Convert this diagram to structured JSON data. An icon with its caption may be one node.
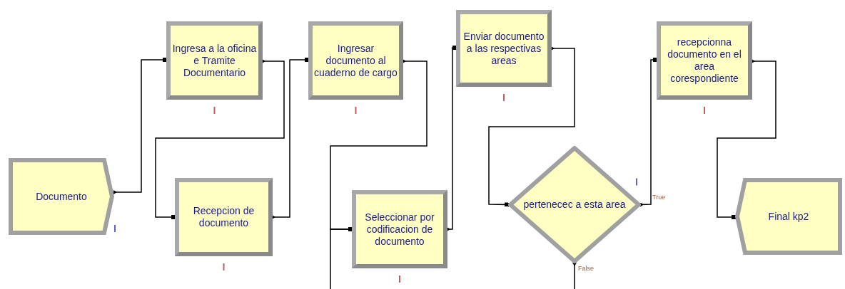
{
  "diagram": {
    "nodes": [
      {
        "text": [
          "Documento"
        ]
      },
      {
        "text": [
          "Ingresa a la oficina e Tramite Documentario"
        ]
      },
      {
        "text": [
          "Recepcion de documento"
        ]
      },
      {
        "text": [
          "Ingresar documento al cuaderno de cargo"
        ]
      },
      {
        "text": [
          "Enviar documento a las respectivas areas"
        ]
      },
      {
        "text": [
          "Seleccionar por codificacion de documento"
        ]
      },
      {
        "text": [
          "pertenecec a esta area"
        ]
      },
      {
        "text": [
          "recepcionna documento en el area corespondiente"
        ]
      },
      {
        "text": [
          "Final kp2"
        ]
      }
    ],
    "edges": [
      {
        "from": 0,
        "to": 1,
        "arrow": "other"
      },
      {
        "from": 1,
        "to": 2,
        "arrow": "other"
      },
      {
        "from": 2,
        "to": 3,
        "arrow": "other"
      },
      {
        "from": 3,
        "to": 5,
        "arrow": "other"
      },
      {
        "from": null,
        "to": 5,
        "arrow": "other"
      },
      {
        "from": 5,
        "to": 4,
        "arrow": "other"
      },
      {
        "from": 4,
        "to": 6,
        "arrow": "other"
      },
      {
        "from": 6,
        "to": 7,
        "arrow": "other",
        "label": "True"
      },
      {
        "from": 6,
        "to": null,
        "arrow": "other",
        "label": "False"
      },
      {
        "from": 7,
        "to": 8,
        "arrow": "other"
      }
    ]
  }
}
